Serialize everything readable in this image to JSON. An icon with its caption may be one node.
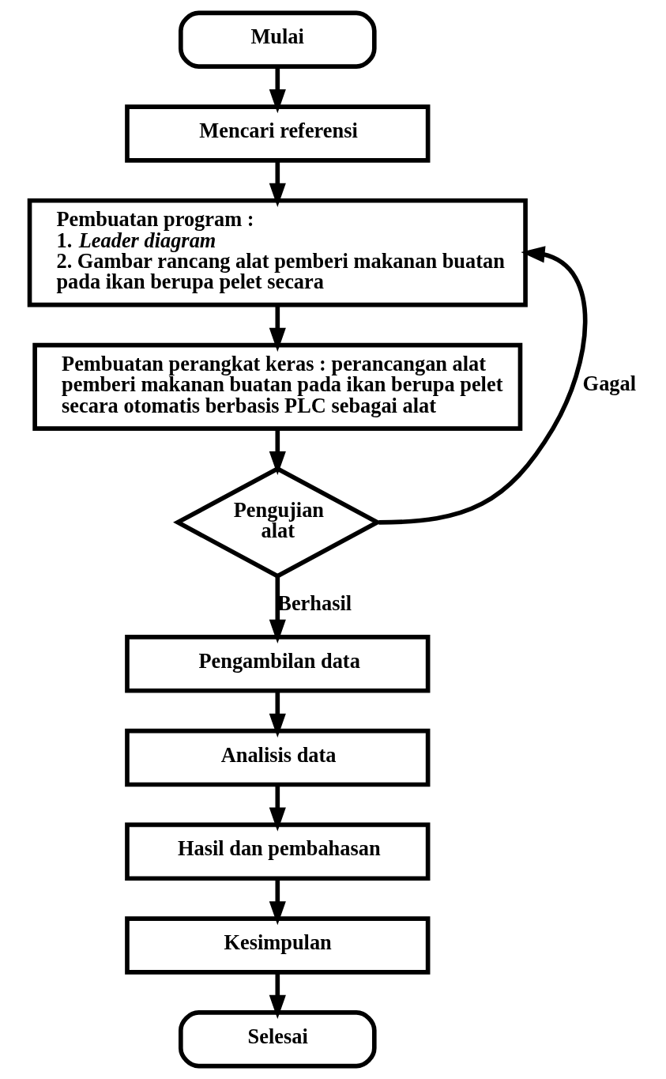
{
  "diagram": {
    "nodes": [
      {
        "text": [
          "Mulai"
        ]
      },
      {
        "text": [
          "Mencari referensi"
        ]
      },
      {
        "text": [
          "Pembuatan program :",
          "1. *Leader diagram*",
          "2. Gambar rancang alat pemberi makanan buatan pada ikan berupa pelet secara"
        ]
      },
      {
        "text": [
          "Pembuatan perangkat keras : perancangan alat pemberi makanan buatan pada ikan berupa pelet secara otomatis berbasis PLC sebagai alat"
        ]
      },
      {
        "text": [
          "Pengujian alat"
        ]
      },
      {
        "text": [
          "Pengambilan data"
        ]
      },
      {
        "text": [
          "Analisis data"
        ]
      },
      {
        "text": [
          "Hasil dan pembahasan"
        ]
      },
      {
        "text": [
          "Kesimpulan"
        ]
      },
      {
        "text": [
          "Selesai"
        ]
      }
    ],
    "edges": [
      {
        "from": 0,
        "to": 1,
        "arrow": "to"
      },
      {
        "from": 1,
        "to": 2,
        "arrow": "to"
      },
      {
        "from": 2,
        "to": 3,
        "arrow": "to"
      },
      {
        "from": 3,
        "to": 4,
        "arrow": "to"
      },
      {
        "from": 4,
        "to": 2,
        "arrow": "to",
        "label": "Gagal"
      },
      {
        "from": 4,
        "to": 5,
        "arrow": "to",
        "label": "Berhasil"
      },
      {
        "from": 5,
        "to": 6,
        "arrow": "to"
      },
      {
        "from": 6,
        "to": 7,
        "arrow": "to"
      },
      {
        "from": 7,
        "to": 8,
        "arrow": "to"
      },
      {
        "from": 8,
        "to": 9,
        "arrow": "to"
      }
    ]
  }
}
